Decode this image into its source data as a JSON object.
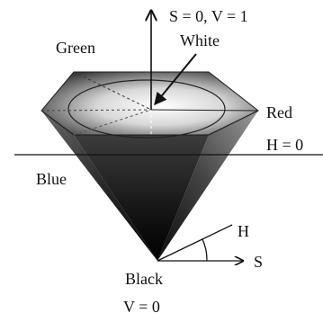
{
  "labels": {
    "sv_top": "S = 0, V = 1",
    "white": "White",
    "green": "Green",
    "red": "Red",
    "h_zero": "H = 0",
    "blue": "Blue",
    "h_axis": "H",
    "s_axis": "S",
    "black": "Black",
    "v_zero": "V = 0"
  },
  "colors": {
    "ink": "#111111",
    "face_light": "#e8e8e8",
    "face_mid": "#8a8a8a",
    "face_dark": "#1a1a1a"
  }
}
